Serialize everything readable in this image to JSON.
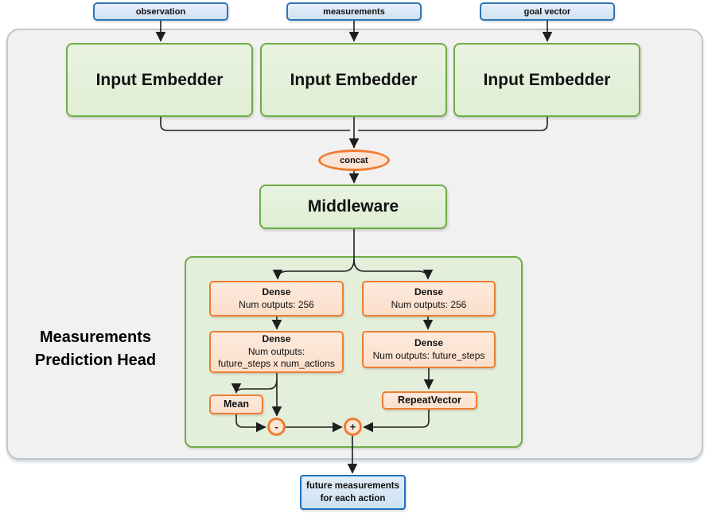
{
  "diagram": {
    "inputs": [
      {
        "label": "observation"
      },
      {
        "label": "measurements"
      },
      {
        "label": "goal vector"
      }
    ],
    "embedders": [
      {
        "label": "Input Embedder"
      },
      {
        "label": "Input Embedder"
      },
      {
        "label": "Input Embedder"
      }
    ],
    "concat_label": "concat",
    "middleware_label": "Middleware",
    "head": {
      "title_line1": "Measurements",
      "title_line2": "Prediction Head",
      "left_branch": {
        "dense1_title": "Dense",
        "dense1_sub": "Num outputs: 256",
        "dense2_title": "Dense",
        "dense2_sub1": "Num outputs:",
        "dense2_sub2": "future_steps x num_actions",
        "mean_label": "Mean",
        "minus_label": "-"
      },
      "right_branch": {
        "dense1_title": "Dense",
        "dense1_sub": "Num outputs: 256",
        "dense2_title": "Dense",
        "dense2_sub": "Num outputs: future_steps",
        "repeat_label": "RepeatVector",
        "plus_label": "+"
      }
    },
    "output": {
      "line1": "future measurements",
      "line2": "for each action"
    },
    "colors": {
      "blue_border": "#2e75b6",
      "blue_fill": "#d9e7f5",
      "green_border": "#6fac46",
      "green_fill": "#e3efda",
      "orange_border": "#ed7d31",
      "orange_fill": "#fce5d5",
      "panel_fill": "#f1f1f1",
      "panel_border": "#c6c6c6",
      "wire": "#1f1f1f"
    }
  }
}
